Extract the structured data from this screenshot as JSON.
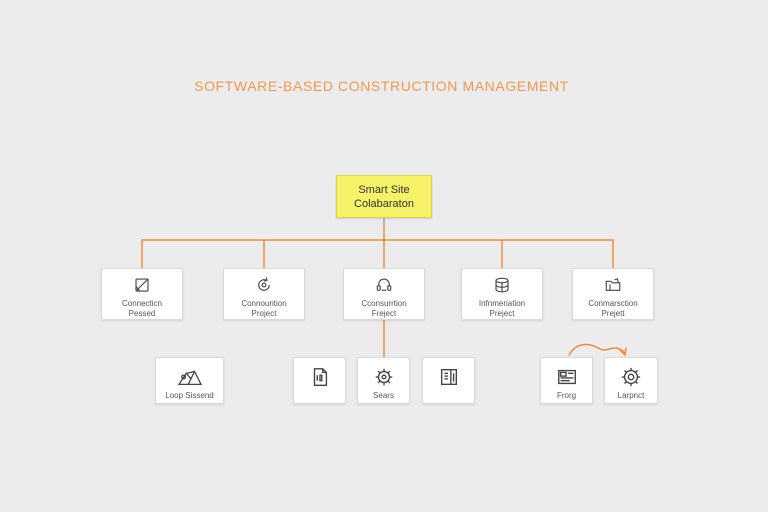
{
  "title": "SOFTWARE-BASED CONSTRUCTION MANAGEMENT",
  "colors": {
    "background": "#ececee",
    "title": "#ee9a4e",
    "connector": "#ef8c3e",
    "root_fill": "#f6f26a",
    "node_fill": "#ffffff"
  },
  "root": {
    "line1": "Smart Site",
    "line2": "Colabaraton"
  },
  "level1": [
    {
      "line1": "Connecticn",
      "line2": "Pessed",
      "icon": "square-diagonal-icon"
    },
    {
      "line1": "Connountion",
      "line2": "Project",
      "icon": "circular-arrow-icon"
    },
    {
      "line1": "Cconsurrtion",
      "line2": "Freject",
      "icon": "headset-icon"
    },
    {
      "line1": "Infnmeriation",
      "line2": "Preject",
      "icon": "database-icon"
    },
    {
      "line1": "Conmarsction",
      "line2": "Prejett",
      "icon": "folder-icon"
    }
  ],
  "level2": [
    {
      "label": "Loop Sissend",
      "icon": "network-hills-icon"
    },
    {
      "label": "",
      "icon": "document-icon"
    },
    {
      "label": "Sears",
      "icon": "gear-cluster-icon"
    },
    {
      "label": "",
      "icon": "server-rack-icon"
    },
    {
      "label": "Frorg",
      "icon": "card-list-icon"
    },
    {
      "label": "Larpnct",
      "icon": "gear-icon"
    }
  ]
}
